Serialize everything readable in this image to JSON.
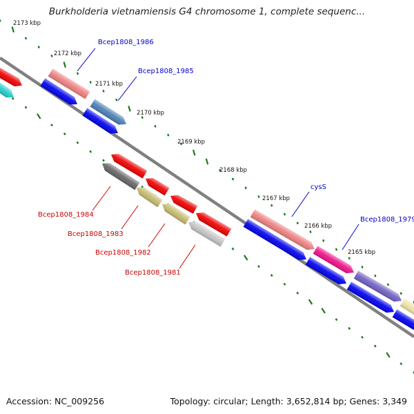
{
  "title": "Burkholderia vietnamiensis G4 chromosome 1, complete sequenc...",
  "footer": {
    "accession": "Accession: NC_009256",
    "summary": "Topology: circular; Length: 3,652,814 bp; Genes: 3,349"
  },
  "colors": {
    "tick": "#1a7a1a",
    "backbone": "#808080",
    "forward_label": "#0000cc",
    "reverse_label": "#cc0000"
  },
  "scale_labels": [
    "2173 kbp",
    "2172 kbp",
    "2171 kbp",
    "2170 kbp",
    "2169 kbp",
    "2168 kbp",
    "2167 kbp",
    "2166 kbp",
    "2165 kbp"
  ],
  "gene_labels": {
    "forward": [
      "Bcep1808_1986",
      "Bcep1808_1985",
      "cysS",
      "Bcep1808_1979"
    ],
    "reverse": [
      "Bcep1808_1984",
      "Bcep1808_1983",
      "Bcep1808_1982",
      "Bcep1808_1981"
    ]
  },
  "gene_colors": {
    "left_edge_red": "#ee0000",
    "left_edge_cyan": "#22cccc",
    "salmon": "#ee8080",
    "steel_blue": "#4a7fb5",
    "red": "#ee0000",
    "olive": "#c4bb6e",
    "dark_gray": "#666666",
    "light_gray": "#c4c4c4",
    "magenta": "#ee1188",
    "purple": "#7060c0",
    "khaki": "#ece4a4",
    "blue": "#0000ee"
  }
}
